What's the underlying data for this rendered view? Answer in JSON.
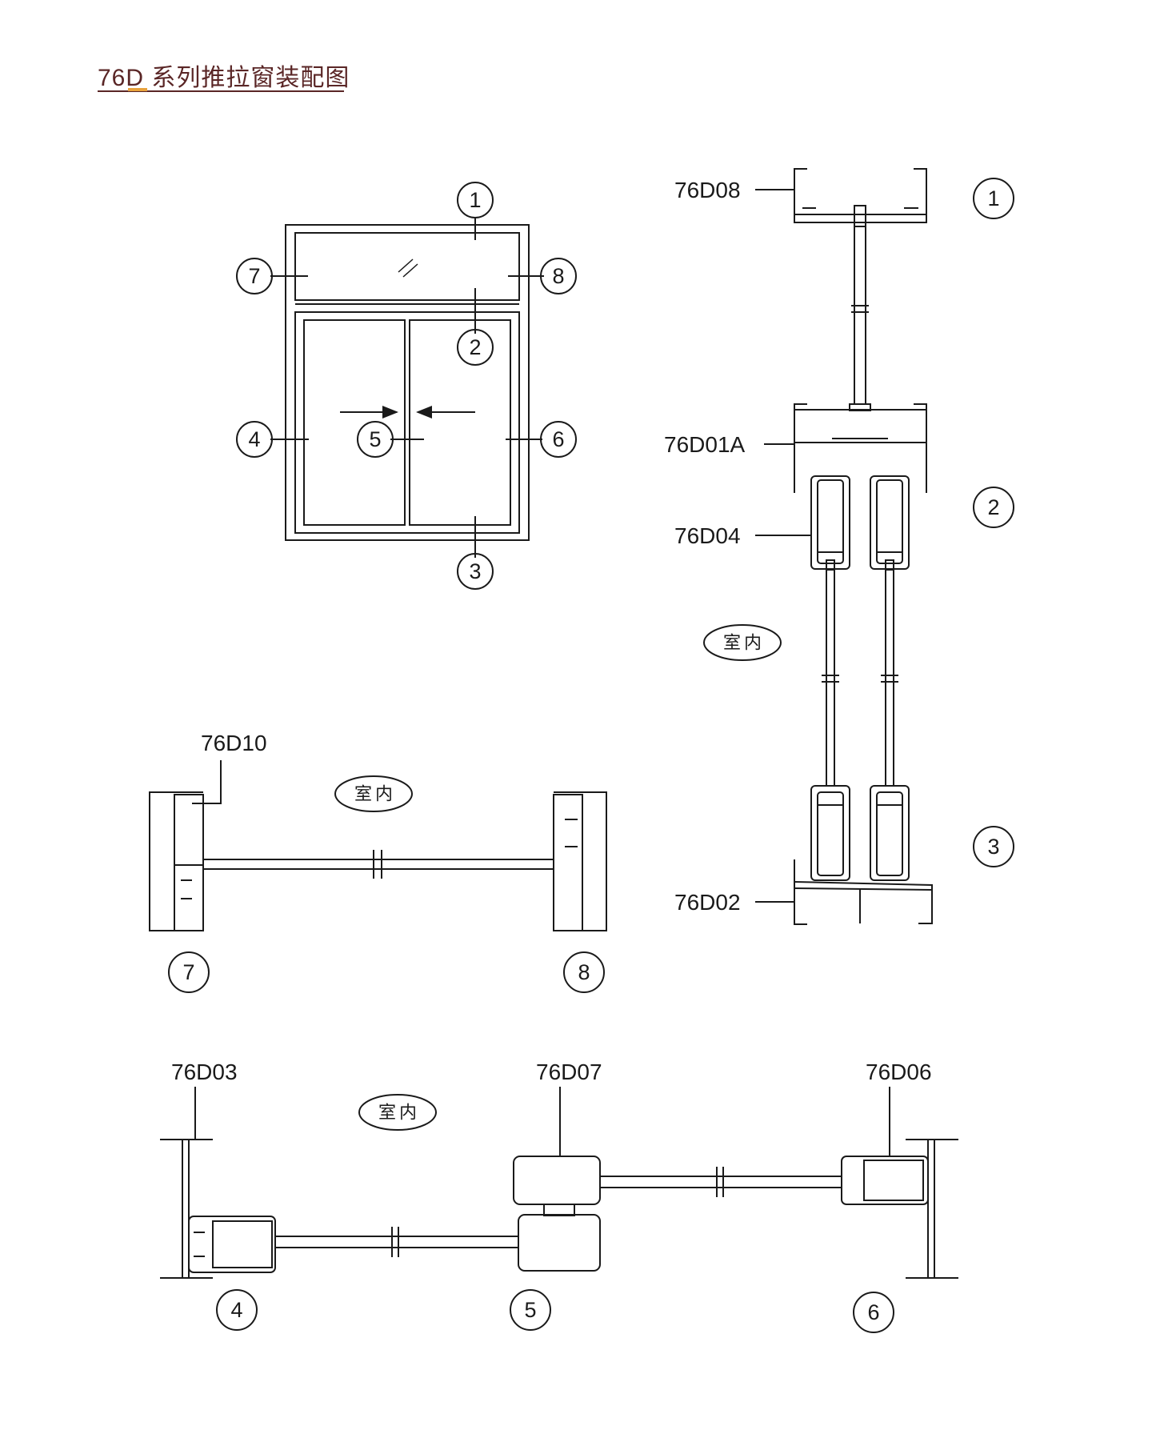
{
  "title": {
    "text": "76D 系列推拉窗装配图",
    "color": "#5a2626",
    "accent_color": "#e8a23c"
  },
  "elevation": {
    "markers": [
      "1",
      "2",
      "3",
      "4",
      "5",
      "6",
      "7",
      "8"
    ]
  },
  "section_vertical": {
    "markers": [
      "1",
      "2",
      "3"
    ],
    "labels": [
      "76D08",
      "76D01A",
      "76D04",
      "76D02"
    ],
    "room_label": "室内"
  },
  "section_transom": {
    "markers": [
      "7",
      "8"
    ],
    "labels": [
      "76D10"
    ],
    "room_label": "室内"
  },
  "section_horizontal": {
    "markers": [
      "4",
      "5",
      "6"
    ],
    "labels": [
      "76D03",
      "76D07",
      "76D06"
    ],
    "room_label": "室内"
  },
  "colors": {
    "line": "#1a1a1a",
    "background": "#ffffff"
  }
}
